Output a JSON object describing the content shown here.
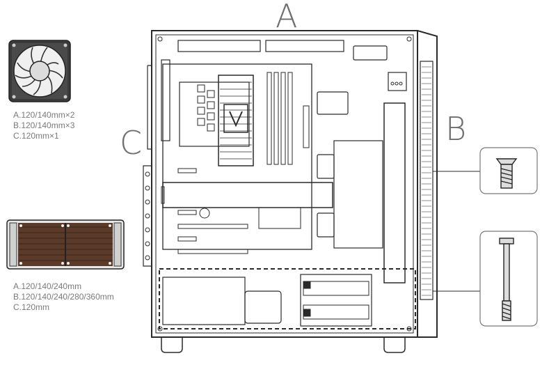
{
  "labels": {
    "top": "A",
    "right": "B",
    "left": "C"
  },
  "fan_specs": {
    "a": "A.120/140mm×2",
    "b": "B.120/140mm×3",
    "c": "C.120mm×1"
  },
  "radiator_specs": {
    "a": "A.120/140/240mm",
    "b": "B.120/140/240/280/360mm",
    "c": "C.120mm"
  },
  "colors": {
    "line": "#2a2a2a",
    "text": "#7a7a7a",
    "radiator": "#5a3b2a"
  },
  "icons": [
    "fan-icon",
    "radiator-icon",
    "short-screw-icon",
    "long-screw-icon"
  ]
}
